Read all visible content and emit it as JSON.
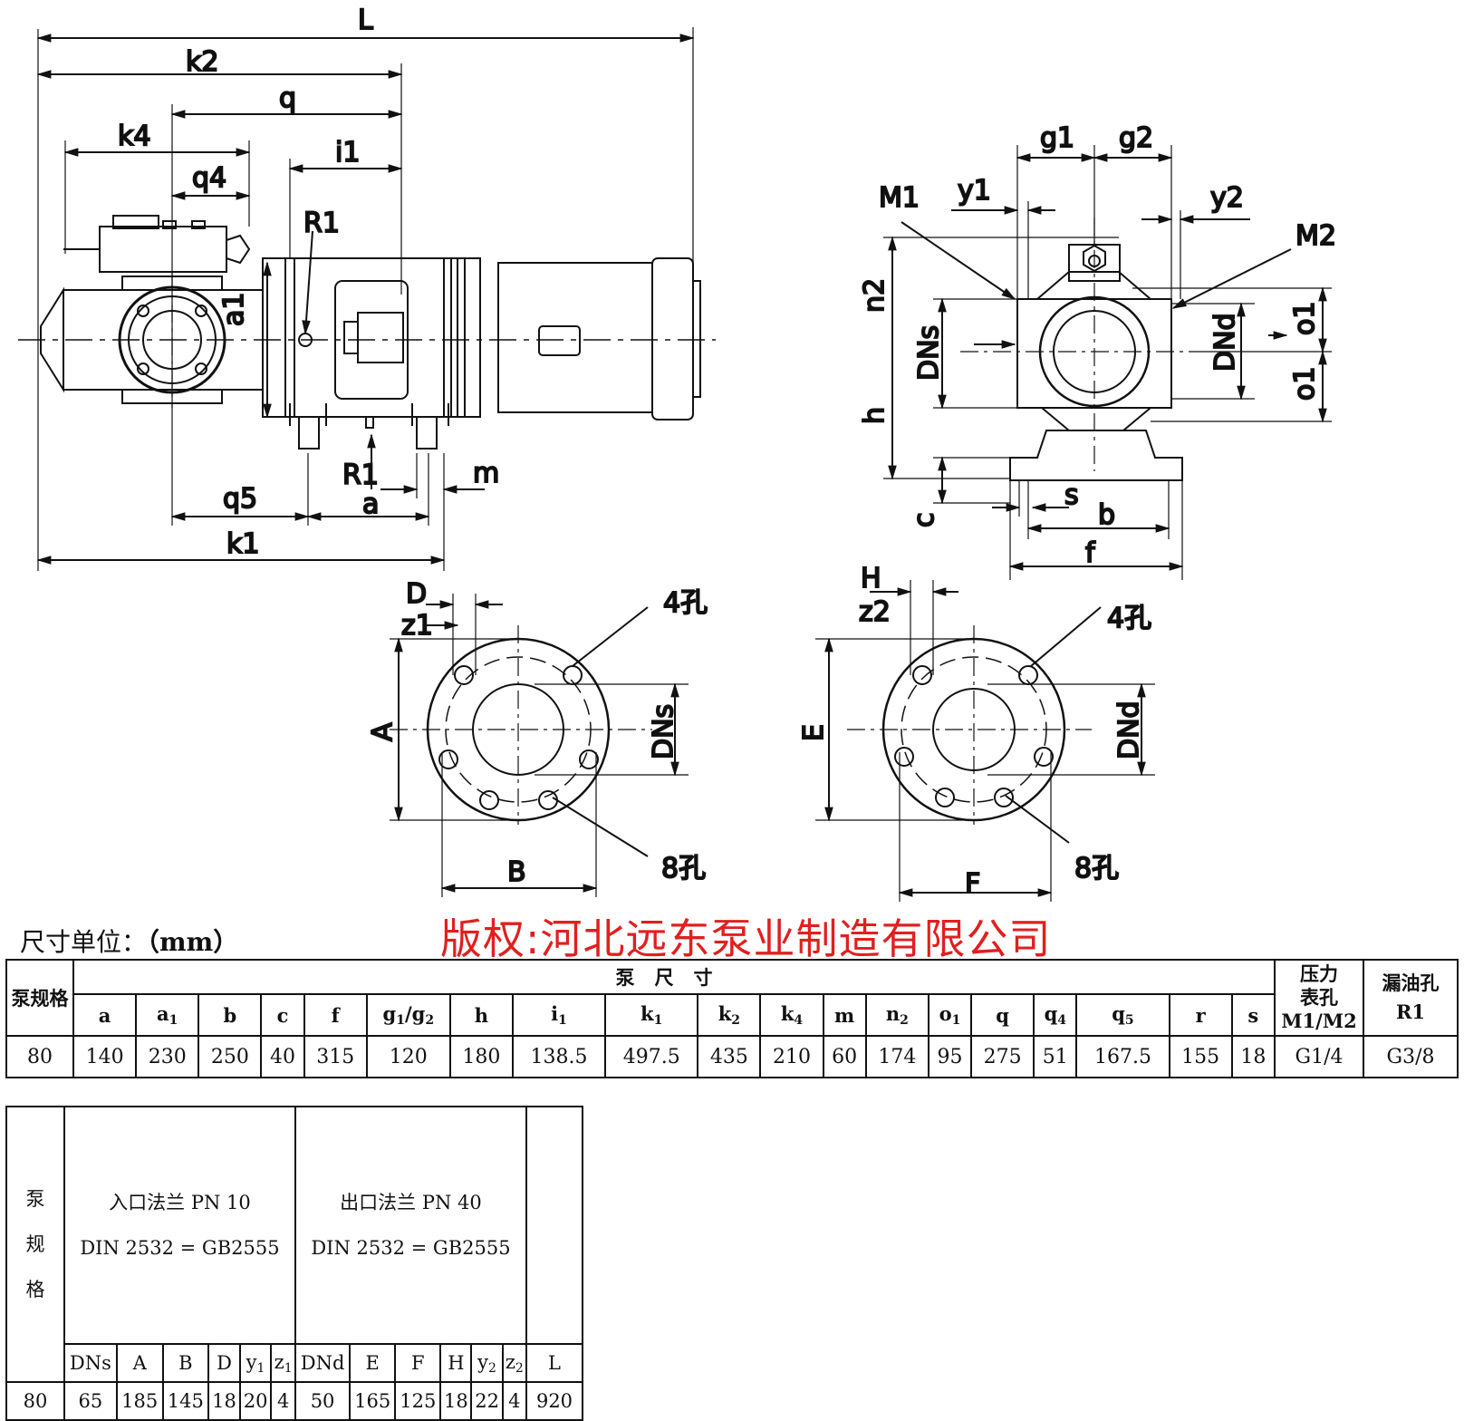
{
  "drawing": {
    "labels": {
      "L": "L",
      "k2": "k2",
      "q": "q",
      "k4": "k4",
      "q4": "q4",
      "i1": "i1",
      "R1_top": "R1",
      "a1": "a1",
      "R1_bottom": "R1",
      "m": "m",
      "q5": "q5",
      "a": "a",
      "k1": "k1",
      "g1": "g1",
      "g2": "g2",
      "M1": "M1",
      "y1": "y1",
      "y2": "y2",
      "M2": "M2",
      "n2": "n2",
      "DNs_side": "DNs",
      "DNd_side": "DNd",
      "o1_top": "o1",
      "o1_bottom": "o1",
      "h": "h",
      "s": "s",
      "b": "b",
      "c": "c",
      "f": "f",
      "D": "D",
      "z1": "z1",
      "holes4_left": "4孔",
      "A": "A",
      "DNs_flange": "DNs",
      "holes8_left": "8孔",
      "B": "B",
      "H": "H",
      "z2": "z2",
      "holes4_right": "4孔",
      "E": "E",
      "DNd_flange": "DNd",
      "holes8_right": "8孔",
      "F": "F"
    }
  },
  "unit_label": "尺寸单位：",
  "unit_value": "（mm）",
  "copyright": "版权:河北远东泵业制造有限公司",
  "table1": {
    "spec_header": "泵规格",
    "group_header": "泵尺寸",
    "pressure_header_1": "压力",
    "pressure_header_2": "表孔",
    "pressure_header_3": "M1/M2",
    "leak_header_1": "漏油孔",
    "leak_header_2": "R1",
    "columns": [
      "a",
      "a1",
      "b",
      "c",
      "f",
      "g1/g2",
      "h",
      "i1",
      "k1",
      "k2",
      "k4",
      "m",
      "n2",
      "o1",
      "q",
      "q4",
      "q5",
      "r",
      "s"
    ],
    "row": {
      "spec": "80",
      "values": [
        "140",
        "230",
        "250",
        "40",
        "315",
        "120",
        "180",
        "138.5",
        "497.5",
        "435",
        "210",
        "60",
        "174",
        "95",
        "275",
        "51",
        "167.5",
        "155",
        "18"
      ],
      "pressure": "G1/4",
      "leak": "G3/8"
    }
  },
  "table2": {
    "spec_header_chars": [
      "泵",
      "规",
      "格"
    ],
    "inlet_title": "入口法兰 PN 10",
    "inlet_std": "DIN 2532 = GB2555",
    "outlet_title": "出口法兰 PN 40",
    "outlet_std": "DIN 2532 = GB2555",
    "columns": [
      "DNs",
      "A",
      "B",
      "D",
      "y1",
      "z1",
      "DNd",
      "E",
      "F",
      "H",
      "y2",
      "z2",
      "L"
    ],
    "row": {
      "spec": "80",
      "values": [
        "65",
        "185",
        "145",
        "18",
        "20",
        "4",
        "50",
        "165",
        "125",
        "18",
        "22",
        "4",
        "920"
      ]
    }
  }
}
